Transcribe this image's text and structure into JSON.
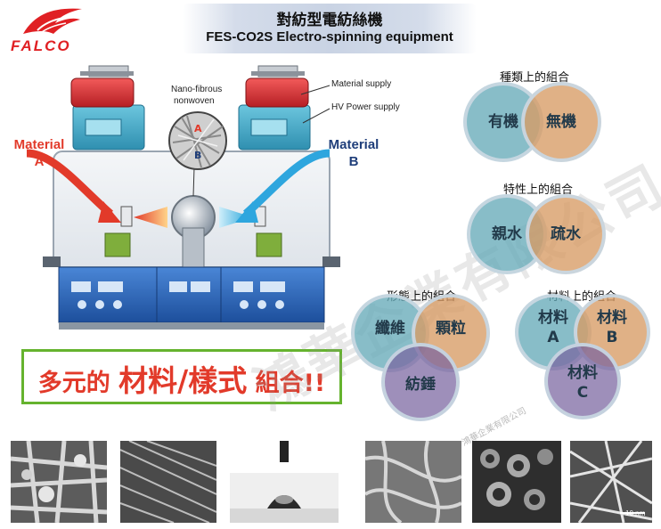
{
  "header": {
    "title_cn": "對紡型電紡絲機",
    "title_en": "FES-CO2S  Electro-spinning equipment",
    "logo_text": "FALCO"
  },
  "machine": {
    "nano_label_1": "Nano-fibrous",
    "nano_label_2": "nonwoven",
    "material_supply": "Material supply",
    "hv_power_supply": "HV Power supply",
    "material_a_1": "Material",
    "material_a_2": "A",
    "material_b_1": "Material",
    "material_b_2": "B",
    "mark_a": "A",
    "mark_b": "B"
  },
  "slogan": {
    "part1": "多元的",
    "part2": "材料/樣式",
    "part3": "組合!!"
  },
  "venn": {
    "type": {
      "title": "種類上的組合",
      "left": "有機",
      "right": "無機"
    },
    "property": {
      "title": "特性上的組合",
      "left": "親水",
      "right": "疏水"
    },
    "form": {
      "title": "形態上的組合",
      "top_left": "纖維",
      "top_right": "顆粒",
      "bottom": "紡錘"
    },
    "material": {
      "title": "材料上的組合",
      "top_left_1": "材料",
      "top_left_2": "A",
      "top_right_1": "材料",
      "top_right_2": "B",
      "bottom_1": "材料",
      "bottom_2": "C"
    }
  },
  "watermark": {
    "large": "鴻華企業有限公司",
    "small": "鴻華企業有限公司"
  },
  "photos": {
    "scale_label": "10 nm"
  },
  "colors": {
    "accent_red": "#e23a2a",
    "accent_navy": "#1f3e7a",
    "slogan_border": "#65b32e",
    "teal": "#66aab9",
    "tan": "#d79b64",
    "purple": "#7864a0"
  }
}
